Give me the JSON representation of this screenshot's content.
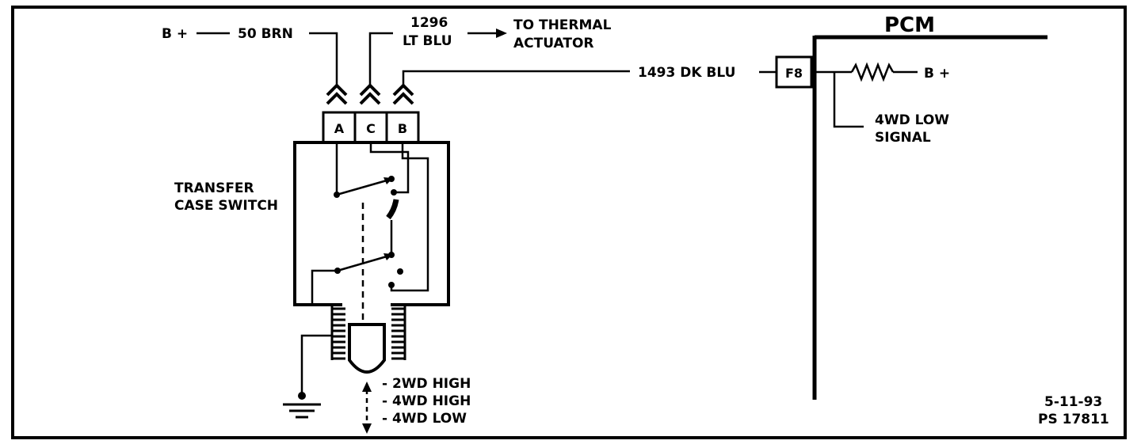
{
  "connectors": {
    "a": "A",
    "c": "C",
    "b": "B",
    "pcm_pin": "F8"
  },
  "wires": {
    "b_plus_left": "B +",
    "brn": "50 BRN",
    "lt_blu_num": "1296",
    "lt_blu_name": "LT BLU",
    "thermal_1": "TO THERMAL",
    "thermal_2": "ACTUATOR",
    "dk_blu": "1493 DK BLU",
    "b_plus_right": "B +"
  },
  "pcm": {
    "title": "PCM",
    "signal_1": "4WD LOW",
    "signal_2": "SIGNAL"
  },
  "switch": {
    "name_1": "TRANSFER",
    "name_2": "CASE SWITCH"
  },
  "modes": [
    "- 2WD HIGH",
    "- 4WD HIGH",
    "- 4WD LOW"
  ],
  "footer": {
    "date": "5-11-93",
    "ref": "PS 17811"
  }
}
